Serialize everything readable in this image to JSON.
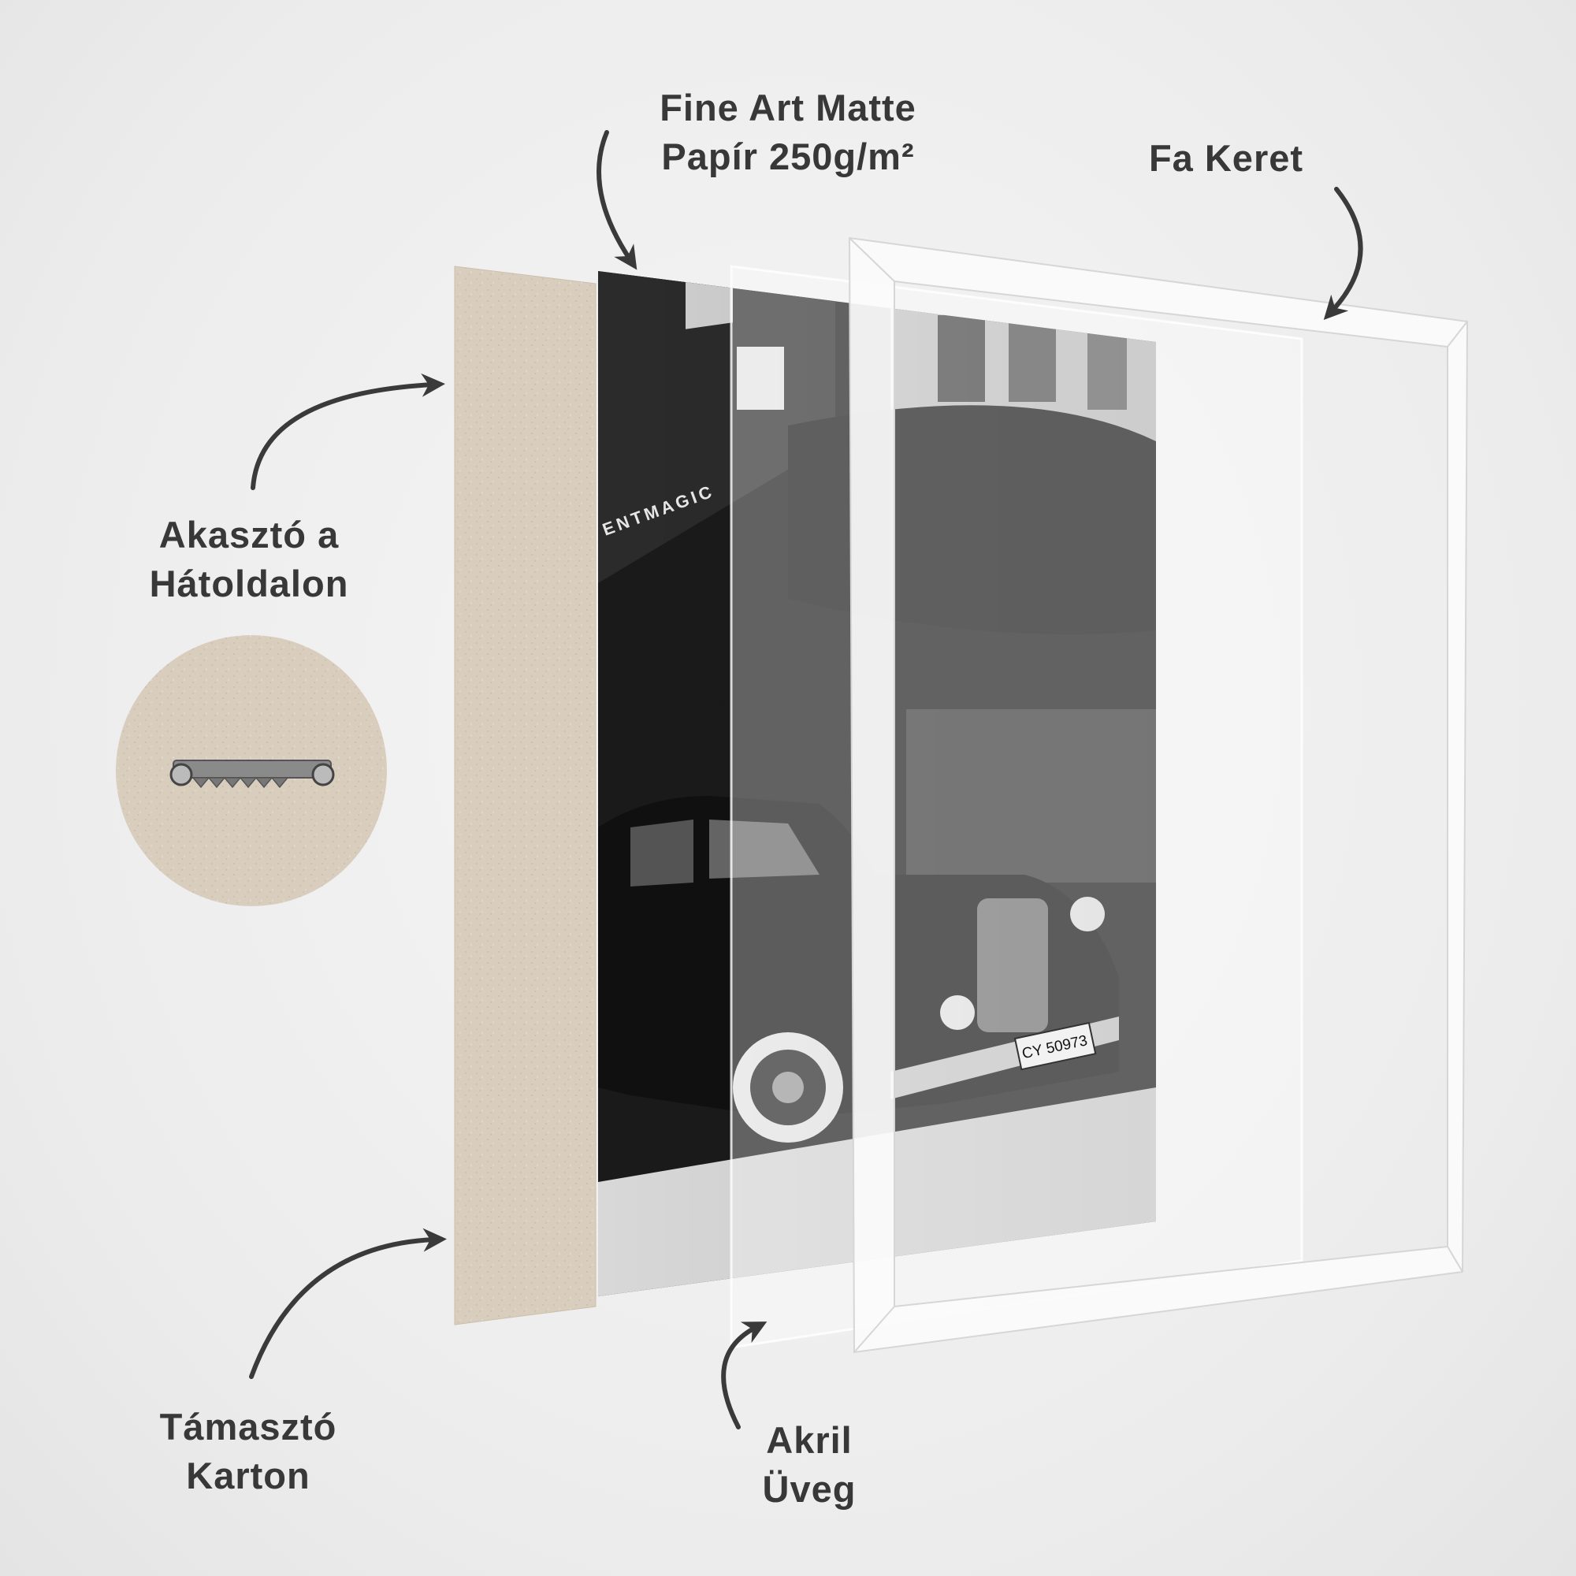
{
  "labels": {
    "paper": {
      "line1": "Fine Art Matte",
      "line2": "Papír 250g/m²"
    },
    "frame": {
      "line1": "Fa Keret"
    },
    "hanger": {
      "line1": "Akasztó a",
      "line2": "Hátoldalon"
    },
    "backing": {
      "line1": "Támasztó",
      "line2": "Karton"
    },
    "acrylic": {
      "line1": "Akril",
      "line2": "Üveg"
    }
  },
  "photo": {
    "sign_text": "ENTMAGIC",
    "license_plate": "CY 50973"
  },
  "colors": {
    "background": "#ececec",
    "text": "#383838",
    "arrow": "#3a3a3a",
    "cardboard": "#d8cdbd",
    "frame": "#ffffff"
  },
  "icons": [
    "curved-arrow-icon",
    "sawtooth-hanger-icon"
  ]
}
